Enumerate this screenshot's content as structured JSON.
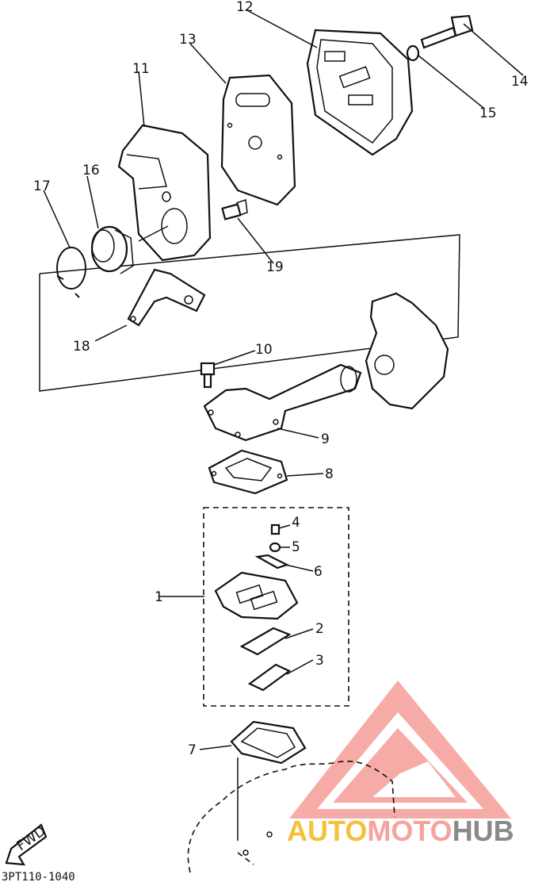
{
  "labels": {
    "p1": "1",
    "p2": "2",
    "p3": "3",
    "p4": "4",
    "p5": "5",
    "p6": "6",
    "p7": "7",
    "p8": "8",
    "p9": "9",
    "p10": "10",
    "p11": "11",
    "p12": "12",
    "p13": "13",
    "p14": "14",
    "p15": "15",
    "p16": "16",
    "p17": "17",
    "p18": "18",
    "p19": "19"
  },
  "fwd_label": "FWD",
  "diagram_code": "3PT110-1040",
  "watermark": {
    "part1": "AUTO",
    "part2": "MOTO",
    "part3": "HUB",
    "color_light": "#f6a39d",
    "color_dark": "#8a8a8a",
    "color_yellow": "#f4c13a"
  }
}
